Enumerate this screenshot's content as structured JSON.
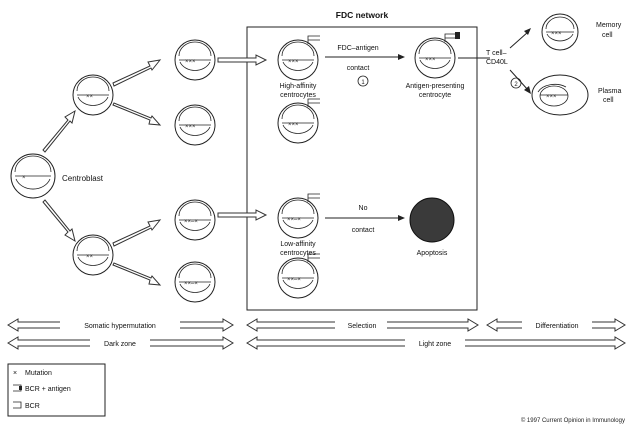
{
  "diagram": {
    "title": "FDC network",
    "labels": {
      "centroblast": "Centroblast",
      "fdc_antigen": "FDC–antigen",
      "contact_top": "contact",
      "step1": "1",
      "high_affinity_1": "High-affinity",
      "high_affinity_2": "centrocytes",
      "antigen_presenting_1": "Antigen-presenting",
      "antigen_presenting_2": "centrocyte",
      "tcell_1": "T cell–",
      "tcell_2": "CD40L",
      "step2": "2",
      "memory_1": "Memory",
      "memory_2": "cell",
      "plasma_1": "Plasma",
      "plasma_2": "cell",
      "no": "No",
      "contact_bottom": "contact",
      "low_affinity_1": "Low-affinity",
      "low_affinity_2": "centrocytes",
      "apoptosis": "Apoptosis"
    },
    "bands": {
      "somatic": "Somatic hypermutation",
      "selection": "Selection",
      "differentiation": "Differentiation",
      "dark_zone": "Dark zone",
      "light_zone": "Light zone"
    },
    "legend": {
      "mutation_symbol": "×",
      "mutation": "Mutation",
      "bcr_antigen": "BCR + antigen",
      "bcr": "BCR"
    },
    "copyright": "© 1997 Current Opinion in Immunology"
  }
}
